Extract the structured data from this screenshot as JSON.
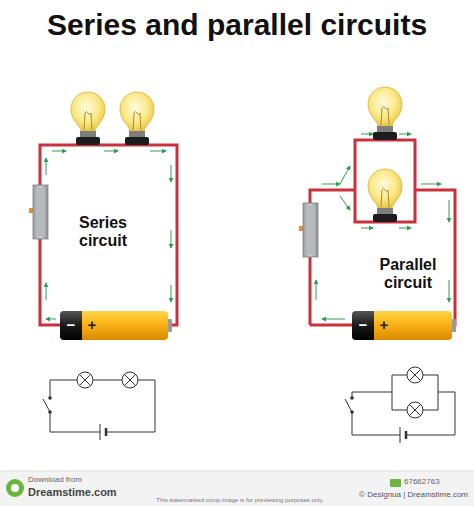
{
  "diagram": {
    "title": "Series and parallel circuits",
    "labels": [
      "Series circuit",
      "Parallel circuit",
      "−",
      "+",
      "−",
      "+",
      "Download from",
      "Dreamstime.com",
      "67662763",
      "© Designua | Dreamstime.com",
      "This watermarked comp image is for previewing purposes only."
    ]
  }
}
